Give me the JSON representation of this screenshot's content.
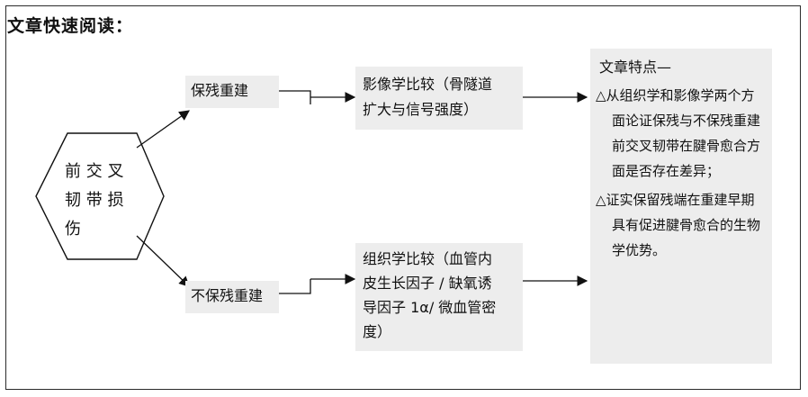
{
  "title": "文章快速阅读：",
  "hexagon": {
    "lines": [
      "前 交 叉",
      "韧 带 损",
      "伤"
    ]
  },
  "branches": {
    "top": "保残重建",
    "bottom": "不保残重建"
  },
  "comparisons": {
    "top": [
      "影像学比较（骨隧道",
      "扩大与信号强度）"
    ],
    "bottom": [
      "组织学比较（血管内",
      "皮生长因子 / 缺氧诱",
      "导因子 1α/ 微血管密",
      "度）"
    ]
  },
  "features": {
    "heading": "文章特点—",
    "items": [
      "△从组织学和影像学两个方面论证保残与不保残重建前交叉韧带在腱骨愈合方面是否存在差异；",
      "△证实保留残端在重建早期具有促进腱骨愈合的生物学优势。"
    ]
  },
  "colors": {
    "box_fill": "#ededed",
    "line": "#111111"
  }
}
